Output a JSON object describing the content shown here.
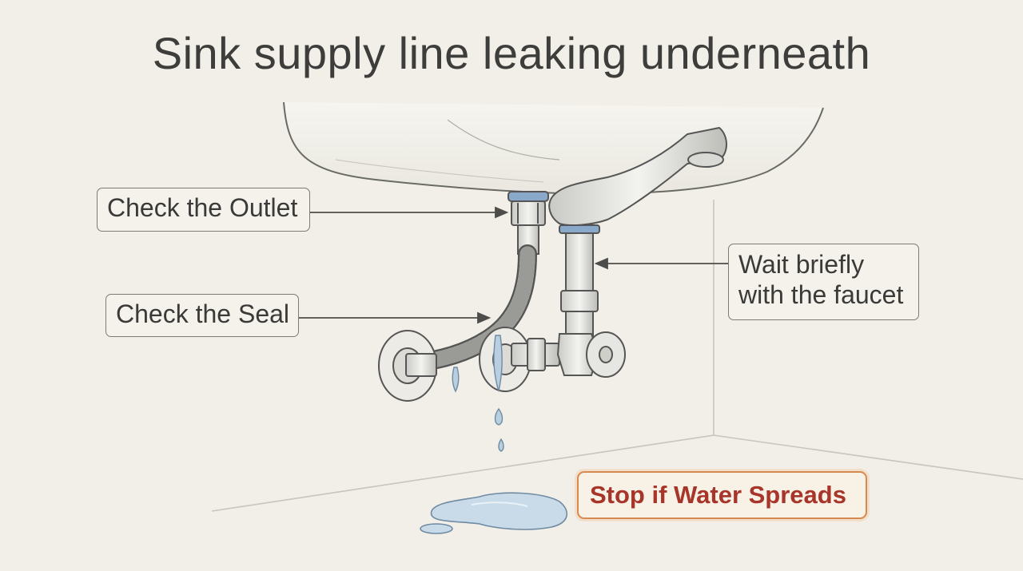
{
  "title": "Sink supply line leaking underneath",
  "callouts": {
    "outlet": "Check the Outlet",
    "seal": "Check the Seal",
    "faucet_line1": "Wait briefly",
    "faucet_line2": "with the faucet",
    "warning": "Stop if Water Spreads"
  },
  "colors": {
    "background": "#f1efe7",
    "line": "#5a5a58",
    "warning_text": "#a8352a",
    "warning_border": "#d78a50",
    "water": "#b9cfe0"
  }
}
